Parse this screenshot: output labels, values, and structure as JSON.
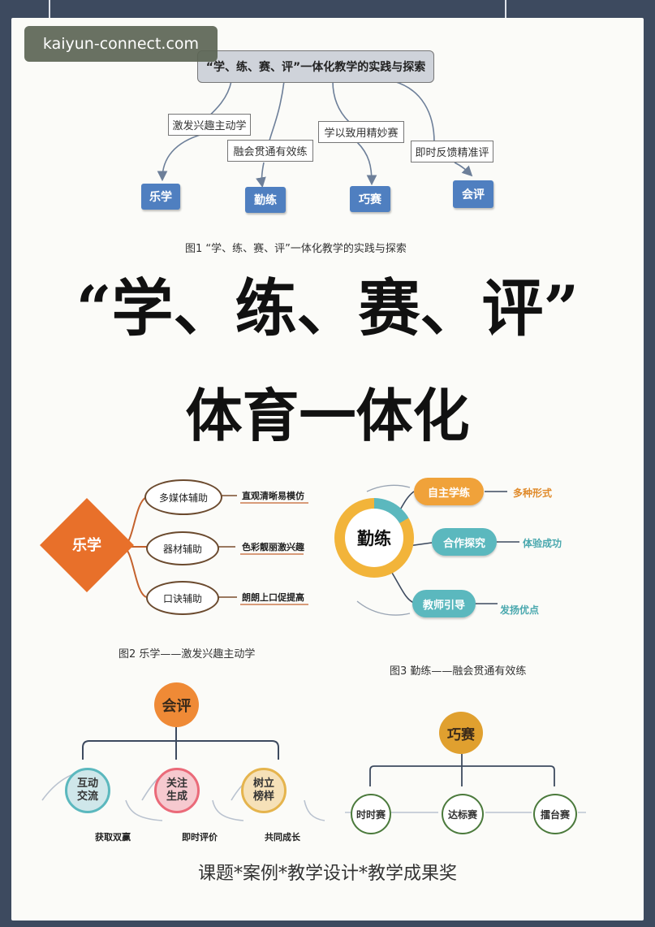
{
  "watermark": "kaiyun-connect.com",
  "fig1": {
    "topic": "“学、练、赛、评”一体化教学的实践与探索",
    "links": [
      "激发兴趣主动学",
      "融会贯通有效练",
      "学以致用精妙赛",
      "即时反馈精准评"
    ],
    "nodes": [
      "乐学",
      "勤练",
      "巧赛",
      "会评"
    ],
    "caption": "图1 “学、练、赛、评”一体化教学的实践与探索"
  },
  "title": {
    "line1": "“学、练、赛、评”",
    "line2": "体育一体化"
  },
  "fig2": {
    "center": "乐学",
    "items": [
      {
        "label": "多媒体辅助",
        "note": "直观清晰易模仿"
      },
      {
        "label": "器材辅助",
        "note": "色彩靓丽激兴趣"
      },
      {
        "label": "口诀辅助",
        "note": "朗朗上口促提高"
      }
    ],
    "caption": "图2 乐学——激发兴趣主动学"
  },
  "fig3": {
    "center": "勤练",
    "items": [
      {
        "label": "自主学练",
        "note": "多种形式"
      },
      {
        "label": "合作探究",
        "note": "体验成功"
      },
      {
        "label": "教师引导",
        "note": "发扬优点"
      }
    ],
    "caption": "图3 勤练——融会贯通有效练"
  },
  "fig4": {
    "center": "会评",
    "items": [
      {
        "label": "互动\n交流",
        "note": "获取双赢"
      },
      {
        "label": "关注\n生成",
        "note": "即时评价"
      },
      {
        "label": "树立\n榜样",
        "note": "共同成长"
      }
    ]
  },
  "fig5": {
    "center": "巧赛",
    "items": [
      "时时赛",
      "达标赛",
      "擂台赛"
    ]
  },
  "footer": "课题*案例*教学设计*教学成果奖",
  "colors": {
    "page": "#fbfbf8",
    "frame": "#3d4a5f",
    "blue": "#4f7fc0",
    "lexue": "#e8702a",
    "qinlian_ring": "#f2b43a",
    "pill_orange": "#f0a23a",
    "pill_teal": "#5bb8be",
    "huiping": "#ef8a36",
    "qiaosai": "#e0a02f"
  }
}
